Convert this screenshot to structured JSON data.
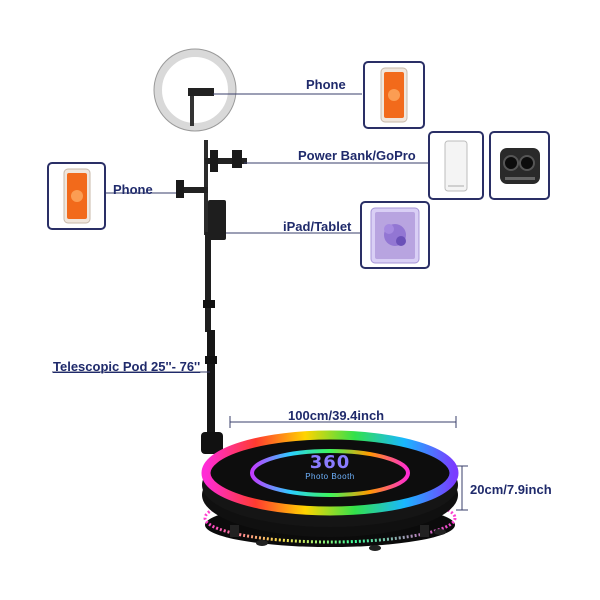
{
  "labels": {
    "phone_top": "Phone",
    "power_bank_gopro": "Power Bank/GoPro",
    "phone_left": "Phone",
    "ipad_tablet": "iPad/Tablet",
    "telescopic_pod": "Telescopic Pod 25''- 76''",
    "diameter": "100cm/39.4inch",
    "height": "20cm/7.9inch"
  },
  "platform_logo": {
    "number": "360",
    "caption": "Photo Booth"
  },
  "colors": {
    "label_text": "#1f2a6b",
    "box_border": "#2a2f66",
    "phone_orange": "#f26a1b",
    "tablet_purple": "#b8a4e0",
    "platform_black": "#111111"
  }
}
